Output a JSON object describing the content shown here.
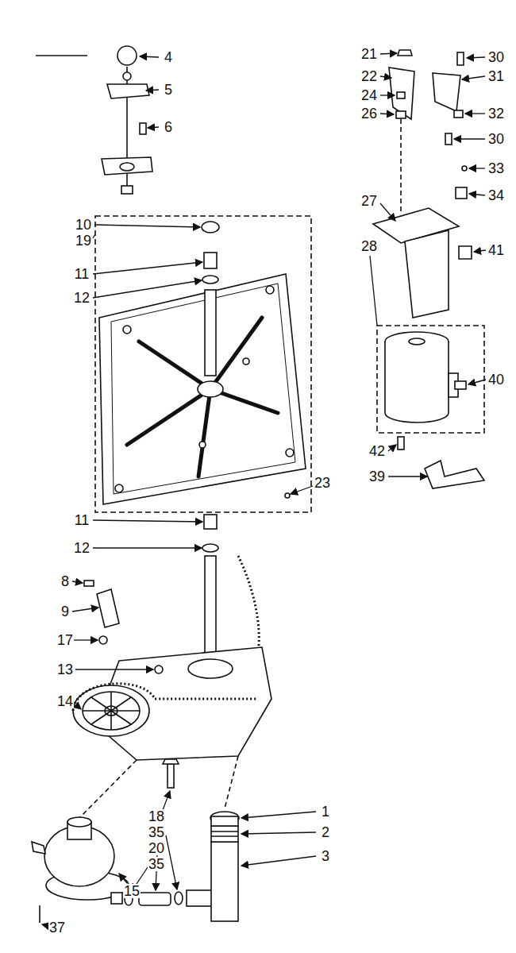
{
  "diagram": {
    "labels": [
      "4",
      "5",
      "6",
      "10",
      "19",
      "11",
      "12",
      "11",
      "12",
      "8",
      "9",
      "17",
      "23",
      "13",
      "14",
      "18",
      "35",
      "20",
      "35",
      "15",
      "37",
      "1",
      "2",
      "3",
      "30",
      "21",
      "22",
      "24",
      "26",
      "31",
      "32",
      "30",
      "33",
      "34",
      "27",
      "41",
      "28",
      "40",
      "42",
      "39"
    ]
  }
}
